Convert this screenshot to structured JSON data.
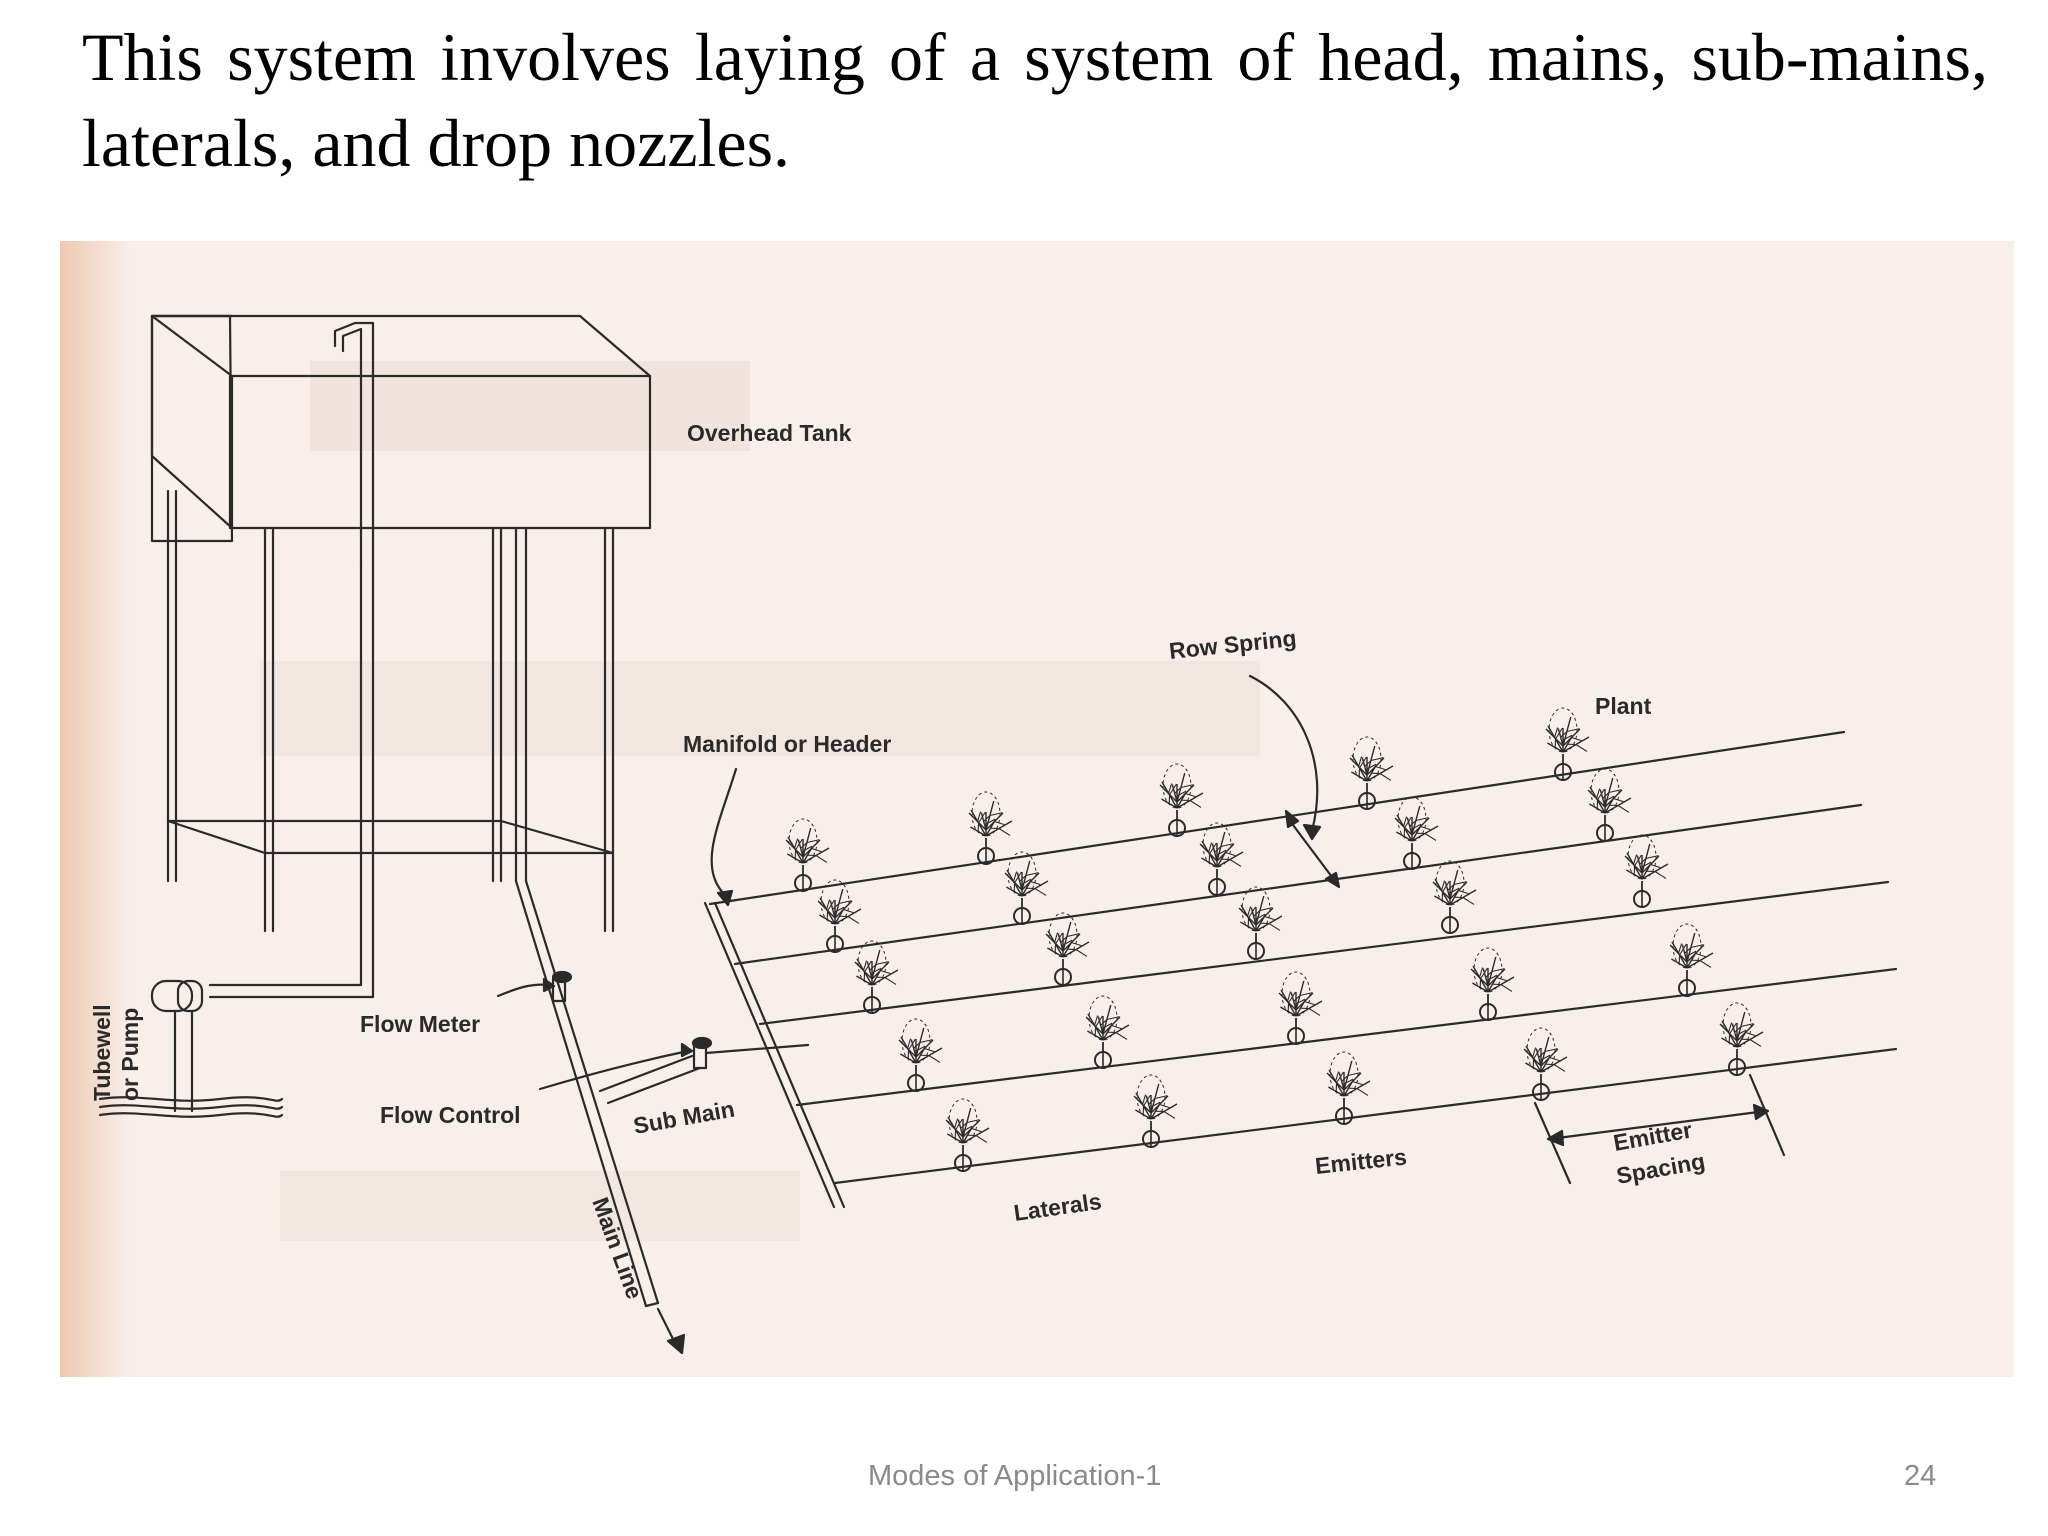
{
  "slide": {
    "text": "This system involves laying of a system of head, mains, sub-mains, laterals, and drop nozzles."
  },
  "diagram": {
    "labels": {
      "overhead_tank": "Overhead Tank",
      "row_spring": "Row Spring",
      "plant": "Plant",
      "manifold": "Manifold or Header",
      "flow_meter": "Flow Meter",
      "flow_control": "Flow Control",
      "sub_main": "Sub Main",
      "main_line": "Main Line",
      "tubewell": "Tubewell",
      "or_pump": "or Pump",
      "emitters": "Emitters",
      "laterals": "Laterals",
      "emitter": "Emitter",
      "spacing": "Spacing"
    },
    "ink_color": "#2a2a2a",
    "paper_color": "#f8eeea"
  },
  "footer": {
    "title": "Modes of Application-1",
    "page_number": "24"
  }
}
